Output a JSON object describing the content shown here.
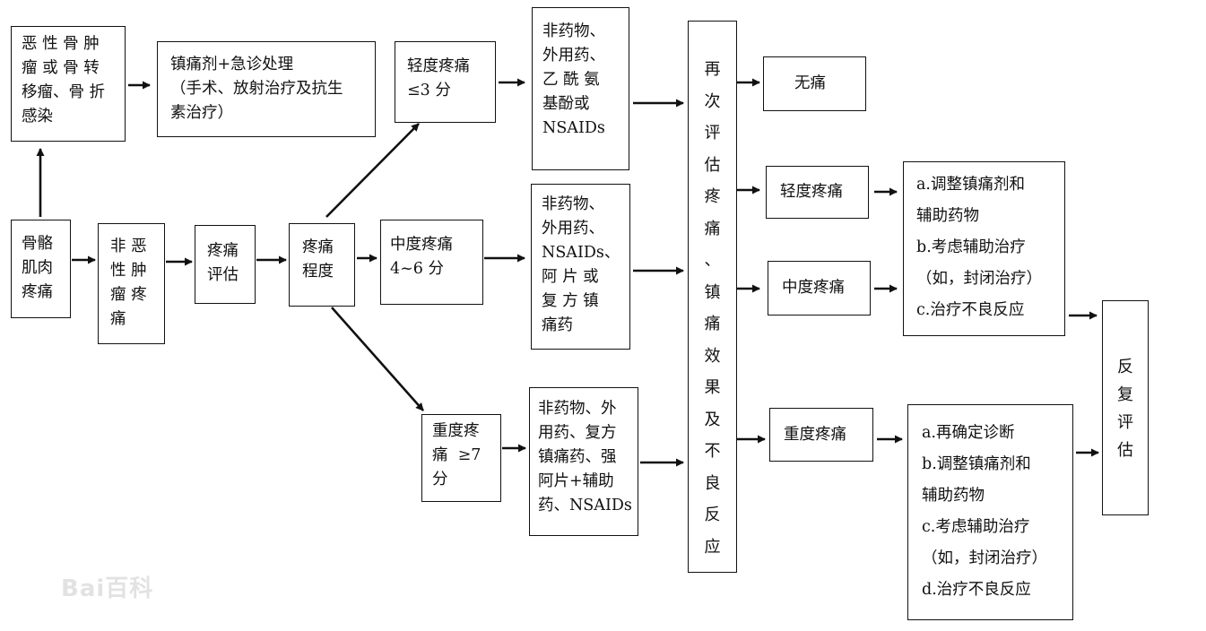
{
  "nodes": {
    "malignant": "恶 性 骨 肿\n瘤 或 骨 转\n移瘤、骨 折\n感染",
    "emergency": "镇痛剂+急诊处理\n（手术、放射治疗及抗生\n素治疗）",
    "skeletal_pain": "骨骼\n肌肉\n疼痛",
    "non_malignant": "非 恶\n性 肿\n瘤 疼\n痛",
    "pain_assess": "疼痛\n评估",
    "pain_degree": "疼痛\n程度",
    "mild": "轻度疼痛\n≤3 分",
    "moderate": "中度疼痛\n4~6 分",
    "severe": "重度疼\n痛  ≥7\n分",
    "tx_mild": "非药物、\n外用药、\n乙 酰 氨\n基酚或\nNSAIDs",
    "tx_moderate": "非药物、\n外用药、\nNSAIDs、\n阿 片 或\n复 方 镇\n痛药",
    "tx_severe": "非药物、外\n用药、复方\n镇痛药、强\n阿片+辅助\n药、NSAIDs",
    "reassess": "再\n次\n评\n估\n疼\n痛\n、\n镇\n痛\n效\n果\n及\n不\n良\n反\n应",
    "no_pain": "无痛",
    "out_mild": "轻度疼痛",
    "out_moderate": "中度疼痛",
    "out_severe": "重度疼痛",
    "adjust_mild_moderate": "a.调整镇痛剂和\n辅助药物\nb.考虑辅助治疗\n（如，封闭治疗）\nc.治疗不良反应",
    "adjust_severe": "a.再确定诊断\nb.调整镇痛剂和\n辅助药物\nc.考虑辅助治疗\n（如，封闭治疗）\nd.治疗不良反应",
    "repeat": "反\n复\n评\n估"
  },
  "watermark": "Bai百科",
  "colors": {
    "line": "#111111",
    "background": "#ffffff",
    "watermark": "#7d7d7d"
  }
}
